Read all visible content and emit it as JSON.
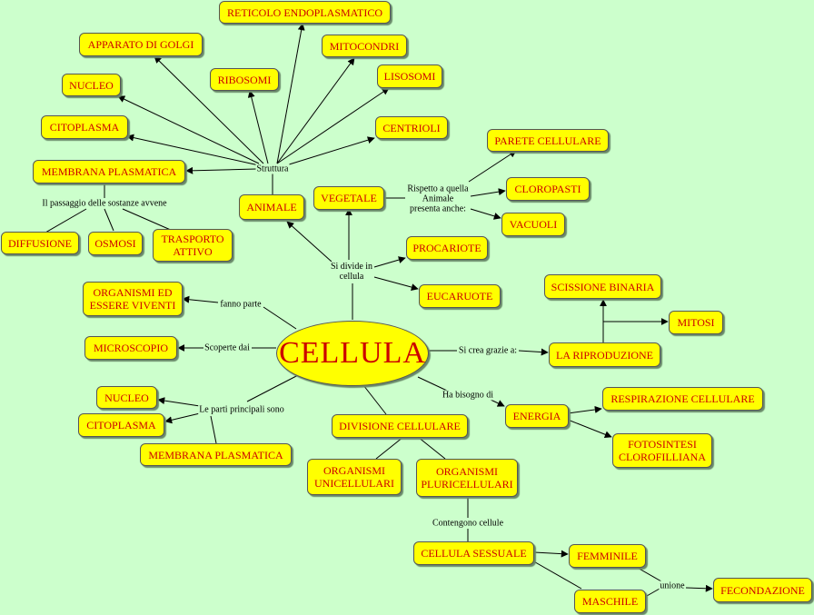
{
  "nodes": {
    "cellula": "CELLULA",
    "reticolo": "RETICOLO ENDOPLASMATICO",
    "golgi": "APPARATO DI GOLGI",
    "mitocondri": "MITOCONDRI",
    "ribosomi": "RIBOSOMI",
    "lisosomi": "LISOSOMI",
    "nucleo_top": "NUCLEO",
    "citoplasma_top": "CITOPLASMA",
    "centrioli": "CENTRIOLI",
    "parete": "PARETE CELLULARE",
    "membrana_top": "MEMBRANA PLASMATICA",
    "cloropasti": "CLOROPASTI",
    "vegetale": "VEGETALE",
    "animale": "ANIMALE",
    "vacuoli": "VACUOLI",
    "diffusione": "DIFFUSIONE",
    "osmosi": "OSMOSI",
    "trasporto": "TRASPORTO\nATTIVO",
    "procariote": "PROCARIOTE",
    "scissione": "SCISSIONE BINARIA",
    "organismi_viventi": "ORGANISMI ED\nESSERE VIVENTI",
    "eucariote": "EUCARUOTE",
    "mitosi": "MITOSI",
    "microscopio": "MICROSCOPIO",
    "riproduzione": "LA RIPRODUZIONE",
    "nucleo_bottom": "NUCLEO",
    "respirazione": "RESPIRAZIONE CELLULARE",
    "energia": "ENERGIA",
    "citoplasma_bottom": "CITOPLASMA",
    "divisione": "DIVISIONE CELLULARE",
    "fotosintesi": "FOTOSINTESI\nCLOROFILLIANA",
    "membrana_bottom": "MEMBRANA PLASMATICA",
    "unicellulari": "ORGANISMI\nUNICELLULARI",
    "pluricellulari": "ORGANISMI\nPLURICELLULARI",
    "sessuale": "CELLULA SESSUALE",
    "femminile": "FEMMINILE",
    "maschile": "MASCHILE",
    "fecondazione": "FECONDAZIONE"
  },
  "links": {
    "struttura": "Struttura",
    "passaggio": "Il passaggio delle sostanze avvene",
    "rispetto": "Rispetto a quella\nAnimale\npresenta anche:",
    "si_divide": "Si divide in\ncellula",
    "fanno_parte": "fanno parte",
    "scoperte": "Scoperte dai",
    "si_crea": "Si crea grazie a:",
    "ha_bisogno": "Ha bisogno di",
    "parti": "Le parti principali sono",
    "contengono": "Contengono cellule",
    "unione": "unione"
  }
}
